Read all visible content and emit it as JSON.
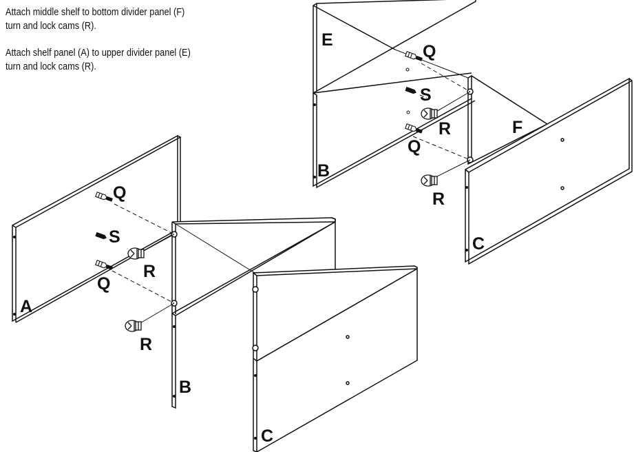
{
  "instructions": {
    "step1": {
      "line1": "Attach middle shelf to bottom divider panel (F)",
      "line2": "turn and lock cams (R)."
    },
    "step2": {
      "line1": "Attach shelf panel (A) to upper divider panel (E)",
      "line2": "turn and lock cams (R)."
    }
  },
  "upper_assembly": {
    "panel_E": "E",
    "panel_B": "B",
    "panel_F": "F",
    "panel_C": "C",
    "dowel_top": "Q",
    "shelf_pin": "S",
    "cam_upper": "R",
    "dowel_lower": "Q",
    "cam_lower": "R"
  },
  "lower_assembly": {
    "panel_A": "A",
    "panel_B": "B",
    "panel_C": "C",
    "dowel_top": "Q",
    "shelf_pin": "S",
    "cam_upper": "R",
    "dowel_lower": "Q",
    "cam_lower": "R"
  }
}
